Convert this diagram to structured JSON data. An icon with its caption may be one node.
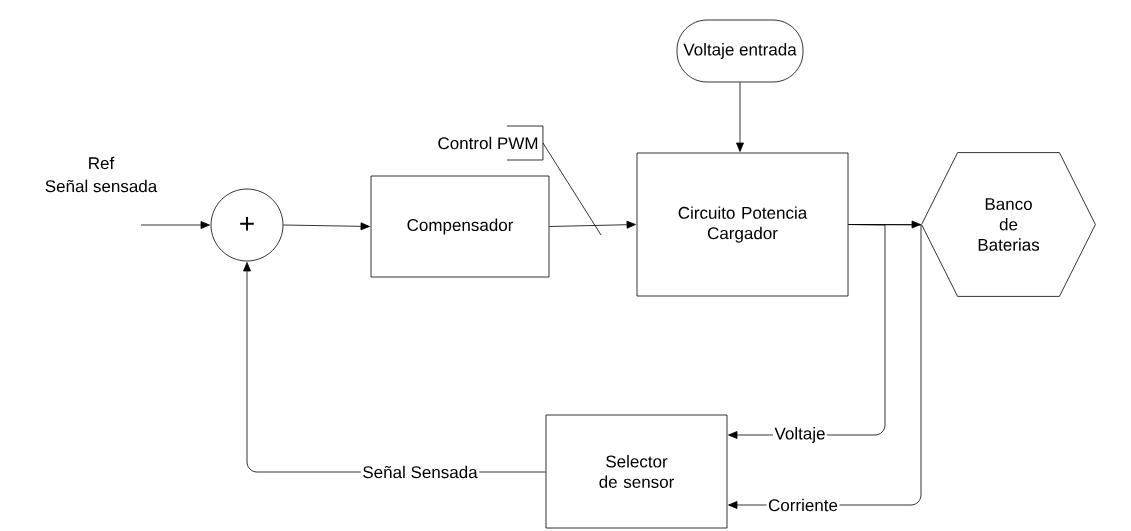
{
  "diagram": {
    "nodes": [
      {
        "text": [
          "Voltaje entrada"
        ]
      },
      {
        "text": [
          "+"
        ]
      },
      {
        "text": [
          "Compensador"
        ]
      },
      {
        "text": [
          "Circuito Potencia Cargador"
        ]
      },
      {
        "text": [
          "Banco de Baterias"
        ]
      },
      {
        "text": [
          "Selector de sensor"
        ]
      },
      {
        "text": [
          "Control PWM"
        ]
      }
    ],
    "edges": [
      {
        "from": null,
        "to": 1,
        "arrow": "to"
      },
      {
        "from": 1,
        "to": 2,
        "arrow": "to"
      },
      {
        "from": 2,
        "to": 3,
        "arrow": "to"
      },
      {
        "from": 6,
        "to": null,
        "arrow": "none"
      },
      {
        "from": 0,
        "to": 3,
        "arrow": "to"
      },
      {
        "from": 3,
        "to": 4,
        "arrow": "to"
      },
      {
        "from": 3,
        "to": 5,
        "arrow": "to",
        "label": "Voltaje"
      },
      {
        "from": 3,
        "to": 5,
        "arrow": "to",
        "label": "Corriente"
      },
      {
        "from": 5,
        "to": 1,
        "arrow": "to",
        "label": "Señal Sensada"
      }
    ],
    "labels": [
      "Ref",
      "Señal sensada"
    ]
  }
}
